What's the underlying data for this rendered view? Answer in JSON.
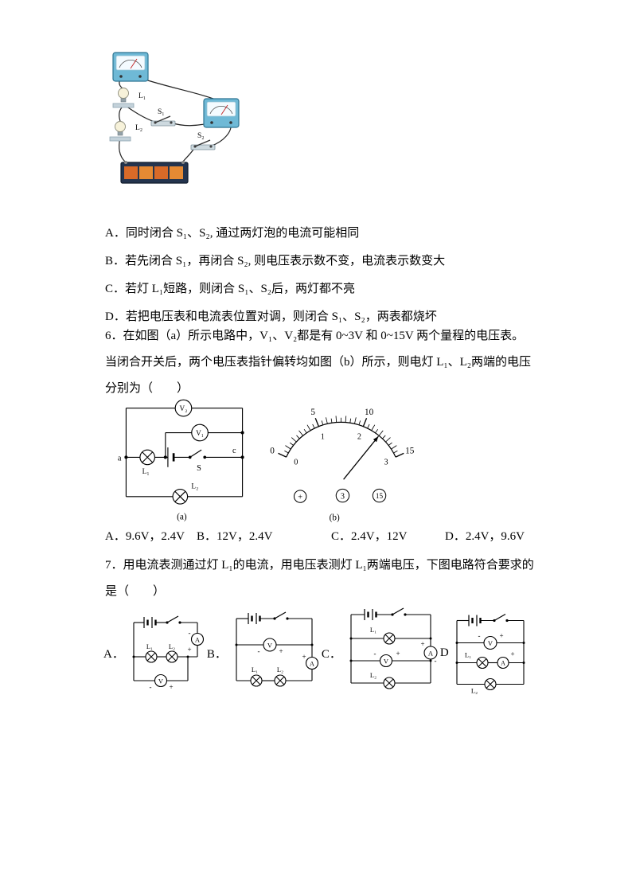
{
  "q5": {
    "options": [
      "A．同时闭合 S₁、S₂, 通过两灯泡的电流可能相同",
      "B．若先闭合 S₁，再闭合 S₂, 则电压表示数不变，电流表示数变大",
      "C．若灯 L₁短路，则闭合 S₁、S₂后，两灯都不亮",
      "D．若把电压表和电流表位置对调，则闭合 S₁、S₂，两表都烧坏"
    ],
    "figure": {
      "lamp1_label": "L₁",
      "lamp2_label": "L₂",
      "switch1_label": "S₁",
      "switch2_label": "S₂"
    }
  },
  "q6": {
    "stem": "6．在如图（a）所示电路中，V₁、V₂都是有 0~3V 和 0~15V 两个量程的电压表。当闭合开关后，两个电压表指针偏转均如图（b）所示，则电灯 L₁、L₂两端的电压分别为（　　）",
    "figure_a": {
      "caption": "(a)",
      "labels": {
        "v1": "V₁",
        "v2": "V₂",
        "lamp1": "L₁",
        "lamp2": "L₂",
        "switch": "S",
        "node_a": "a",
        "node_c": "c"
      }
    },
    "figure_b": {
      "caption": "(b)",
      "outer_ticks": [
        "0",
        "5",
        "10",
        "15"
      ],
      "inner_ticks": [
        "0",
        "1",
        "2",
        "3"
      ],
      "outer_range": [
        0,
        15
      ],
      "inner_range": [
        0,
        3
      ],
      "needle_outer": 12,
      "needle_inner": 2.4,
      "symbols": [
        "+",
        "3",
        "15"
      ]
    },
    "options": [
      "A．9.6V，2.4V",
      "B．12V，2.4V",
      "C．2.4V，12V",
      "D．2.4V，9.6V"
    ]
  },
  "q7": {
    "stem": "7．用电流表测通过灯 L₁的电流，用电压表测灯 L₁两端电压，下图电路符合要求的是（　　）",
    "circuit_labels": [
      "A．",
      "B．",
      "C．",
      "D"
    ],
    "labels": {
      "lamp1": "L₁",
      "lamp2": "L₂",
      "ammeter": "A",
      "voltmeter": "V",
      "plus": "+",
      "minus": "-"
    }
  }
}
